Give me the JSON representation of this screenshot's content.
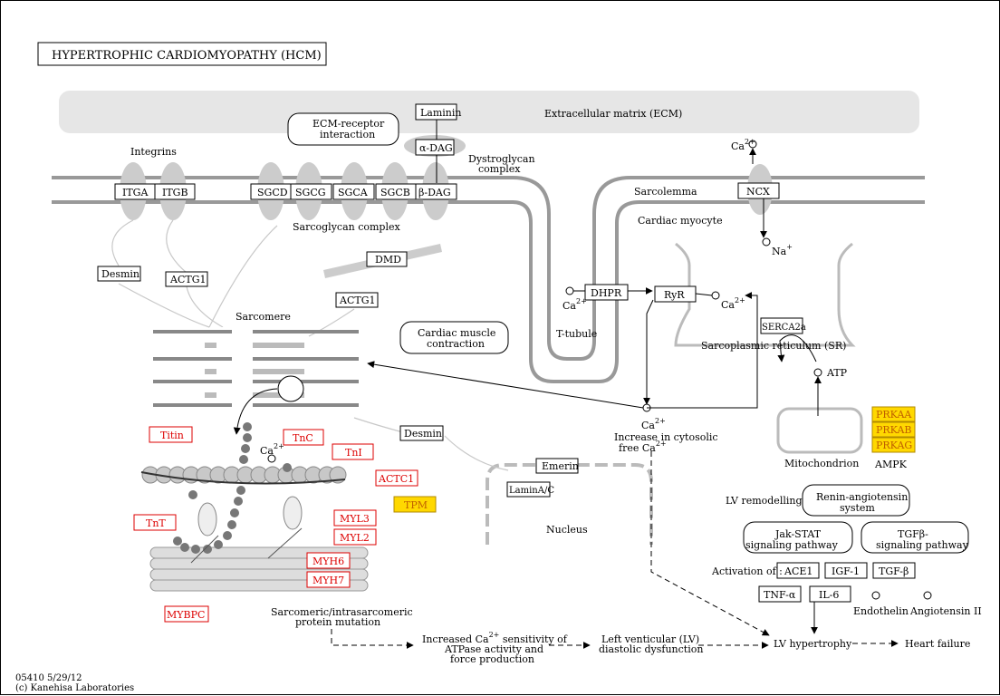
{
  "title": "HYPERTROPHIC  CARDIOMYOPATHY (HCM)",
  "footer": {
    "id": "05410 5/29/12",
    "credit": "(c) Kanehisa Laboratories"
  },
  "compartments": {
    "ecm": "Extracellular matrix (ECM)",
    "integrins": "Integrins",
    "dystroglycan": "Dystroglycan complex",
    "sarcoglycan": "Sarcoglycan complex",
    "sarcolemma": "Sarcolemma",
    "myocyte": "Cardiac myocyte",
    "ttubule": "T-tubule",
    "sr": "Sarcoplasmic reticulum (SR)",
    "sarcomere": "Sarcomere",
    "nucleus": "Nucleus",
    "mito": "Mitochondrion",
    "ampk": "AMPK"
  },
  "maps": {
    "ecm_receptor": "ECM-receptor interaction",
    "contraction": "Cardiac muscle contraction",
    "renin": "Renin-angiotensin system",
    "jakstat": "Jak-STAT signaling pathway",
    "tgfb": "TGFβ- signaling pathway"
  },
  "genes": {
    "laminin": "Laminin",
    "adag": "α-DAG",
    "bdag": "β-DAG",
    "itga": "ITGA",
    "itgb": "ITGB",
    "sgcd": "SGCD",
    "sgcg": "SGCG",
    "sgca": "SGCA",
    "sgcb": "SGCB",
    "dmd": "DMD",
    "desmin1": "Desmin",
    "actg1a": "ACTG1",
    "actg1b": "ACTG1",
    "desmin2": "Desmin",
    "emerin": "Emerin",
    "laminac": "LaminA/C",
    "ncx": "NCX",
    "dhpr": "DHPR",
    "ryr": "RyR",
    "serca": "SERCA2a",
    "ace1": "ACE1",
    "igf1": "IGF-1",
    "tgfb": "TGF-β",
    "tnfa": "TNF-α",
    "il6": "IL-6"
  },
  "disease_genes": {
    "titin": "Titin",
    "tnc": "TnC",
    "tni": "TnI",
    "actc1": "ACTC1",
    "tnt": "TnT",
    "myl3": "MYL3",
    "myl2": "MYL2",
    "myh6": "MYH6",
    "myh7": "MYH7",
    "mybpc": "MYBPC"
  },
  "highlight_genes": {
    "tpm": "TPM",
    "prkaa": "PRKAA",
    "prkab": "PRKAB",
    "prkag": "PRKAG"
  },
  "compounds": {
    "ca_out": "Ca",
    "ca_sup": "2+",
    "na": "Na",
    "na_sup": "+",
    "atp": "ATP",
    "endothelin": "Endothelin",
    "angiotensin": "Angiotensin II"
  },
  "labels": {
    "ca_cytosol_1": "Increase in cytosolic",
    "ca_cytosol_2": "free Ca",
    "lv_remodelling": "LV remodelling",
    "activation": "Activation of :",
    "mutation_1": "Sarcomeric/intrasarcomeric",
    "mutation_2": "protein mutation",
    "sens_1": "Increased Ca",
    "sens_1b": " sensitivity of",
    "sens_2": "ATPase activity and",
    "sens_3": "force production",
    "lvd_1": "Left venticular (LV)",
    "lvd_2": "diastolic dysfunction",
    "lvh": "LV hypertrophy",
    "hf": "Heart failure"
  }
}
